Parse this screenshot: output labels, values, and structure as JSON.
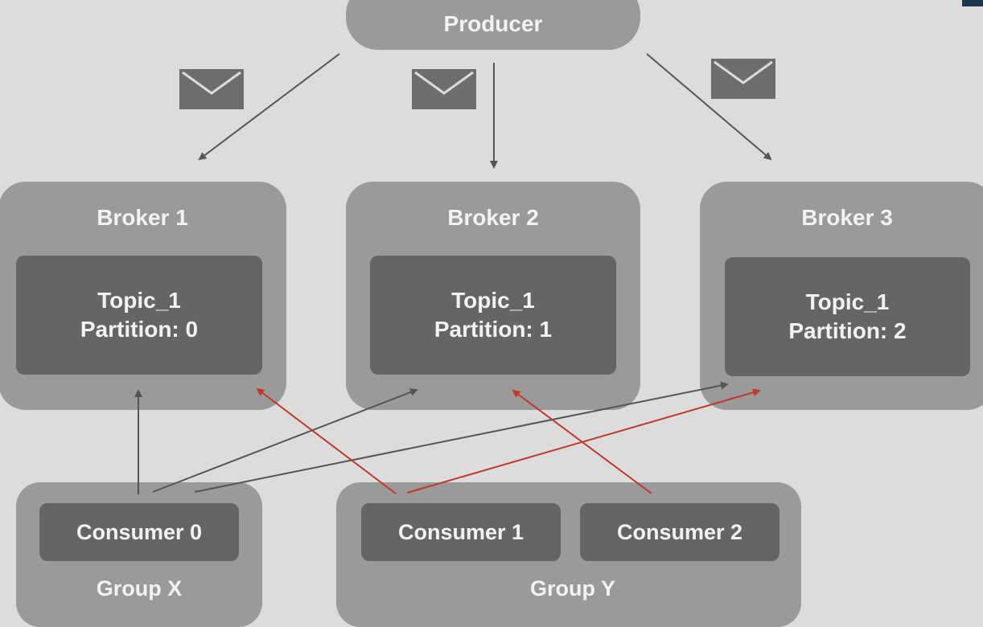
{
  "producer": {
    "label": "Producer"
  },
  "brokers": [
    {
      "label": "Broker 1",
      "topic": "Topic_1",
      "partition": "Partition: 0"
    },
    {
      "label": "Broker 2",
      "topic": "Topic_1",
      "partition": "Partition: 1"
    },
    {
      "label": "Broker 3",
      "topic": "Topic_1",
      "partition": "Partition: 2"
    }
  ],
  "groups": [
    {
      "label": "Group X",
      "consumers": [
        "Consumer 0"
      ]
    },
    {
      "label": "Group Y",
      "consumers": [
        "Consumer 1",
        "Consumer 2"
      ]
    }
  ],
  "icons": [
    "envelope-icon",
    "envelope-icon",
    "envelope-icon"
  ],
  "colors": {
    "background": "#dcdcdc",
    "outer_box": "#9a9a9a",
    "inner_box": "#656565",
    "text": "#f2f2f2",
    "arrow_gray": "#555555",
    "arrow_red": "#c0392b"
  }
}
